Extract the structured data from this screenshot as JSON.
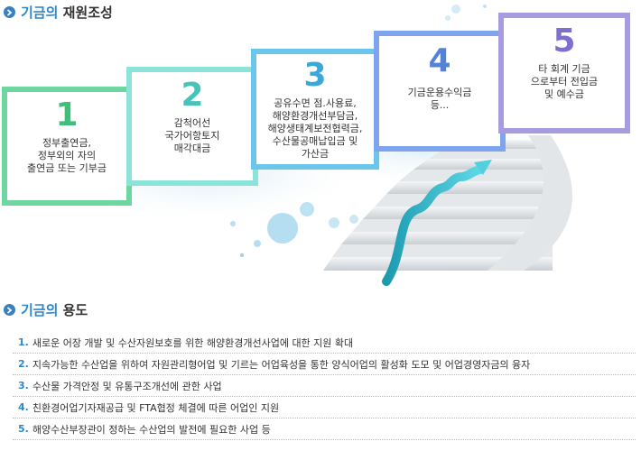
{
  "section1": {
    "accent": "기금의",
    "rest": " 재원조성"
  },
  "section2": {
    "accent": "기금의",
    "rest": " 용도"
  },
  "sources": [
    {
      "num": "1",
      "text": "정부출연금,\n정부외의 자의\n출연금 또는 기부금",
      "color": "#6ed7a0"
    },
    {
      "num": "2",
      "text": "감척어선\n국가어항토지\n매각대금",
      "color": "#8be3d9"
    },
    {
      "num": "3",
      "text": "공유수면 점.사용료,\n해양환경개선부담금,\n해양생태계보전협력금,\n수산물공매납입금 및\n가산금",
      "color": "#6cc6ec"
    },
    {
      "num": "4",
      "text": "기금운용수익금\n등...",
      "color": "#7da4ec"
    },
    {
      "num": "5",
      "text": "타 회계 기금\n으로부터 전입금\n및 예수금",
      "color": "#a79ce0"
    }
  ],
  "usage": [
    {
      "num": "1.",
      "text": "새로운 어장 개발 및 수산자원보호를 위한 해양환경개선사업에 대한 지원 확대"
    },
    {
      "num": "2.",
      "text": "지속가능한 수산업을 위하여 자원관리형어업 및 기르는 어업육성을 통한 양식어업의 활성화 도모 및 어업경영자금의 융자"
    },
    {
      "num": "3.",
      "text": "수산물 가격안정 및 유통구조개선에 관한 사업"
    },
    {
      "num": "4.",
      "text": "친환경어업기자재공급 및 FTA협정 체결에 따른 어업인 지원"
    },
    {
      "num": "5.",
      "text": "해양수산부장관이 정하는 수산업의 발전에 필요한 사업 등"
    }
  ]
}
